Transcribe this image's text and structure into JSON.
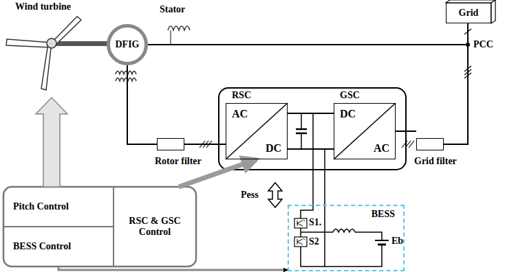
{
  "diagram": {
    "nodes": [
      {
        "text": [
          "Grid"
        ]
      },
      {
        "text": [
          "DFIG"
        ]
      },
      {
        "text": [
          "Rotor filter"
        ]
      },
      {
        "text": [
          "RSC",
          "AC",
          "DC"
        ]
      },
      {
        "text": [
          "GSC",
          "DC",
          "AC"
        ]
      },
      {
        "text": [
          "Grid filter"
        ]
      },
      {
        "text": [
          "Pitch Control"
        ]
      },
      {
        "text": [
          "BESS Control"
        ]
      },
      {
        "text": [
          "RSC & GSC Control"
        ]
      },
      {
        "text": [
          "BESS"
        ]
      }
    ],
    "edges": [
      {
        "from": 1,
        "to": 0,
        "arrow": "none"
      },
      {
        "from": 1,
        "to": 2,
        "arrow": "none"
      },
      {
        "from": 2,
        "to": 3,
        "arrow": "none"
      },
      {
        "from": 3,
        "to": 4,
        "arrow": "none"
      },
      {
        "from": 4,
        "to": 5,
        "arrow": "none"
      },
      {
        "from": 5,
        "to": 0,
        "arrow": "none"
      },
      {
        "from": 8,
        "to": 3,
        "arrow": "to"
      },
      {
        "from": 7,
        "to": 9,
        "arrow": "to"
      }
    ],
    "labels": [
      "Wind turbine",
      "Stator",
      "PCC",
      "Pess",
      "S1.",
      "S2",
      "Eb"
    ]
  }
}
